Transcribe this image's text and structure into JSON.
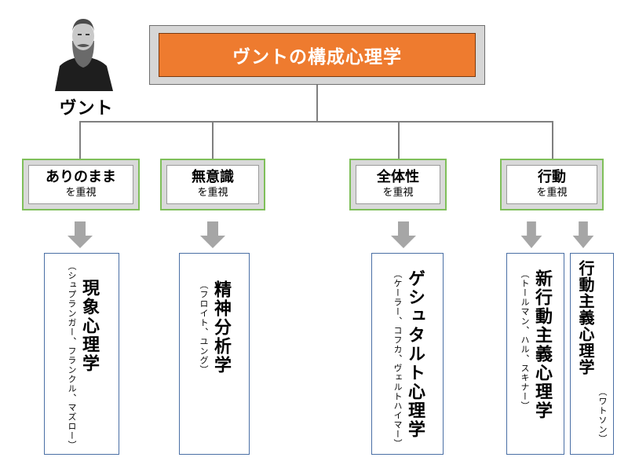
{
  "portrait": {
    "caption": "ヴント",
    "image_description_icon": "person-portrait-icon"
  },
  "title": "ヴントの構成心理学",
  "emphasis": [
    {
      "main": "ありのまま",
      "sub": "を重視"
    },
    {
      "main": "無意識",
      "sub": "を重視"
    },
    {
      "main": "全体性",
      "sub": "を重視"
    },
    {
      "main": "行動",
      "sub": "を重視"
    }
  ],
  "results": [
    {
      "main": "現象心理学",
      "sub": "（シュプランガー、フランクル、マズロー）"
    },
    {
      "main": "精神分析学",
      "sub": "（フロイト、ユング）"
    },
    {
      "main": "ゲシュタルト心理学",
      "sub": "（ケーラー、コフカ、ヴェルトハイマー）"
    },
    {
      "main": "新行動主義心理学",
      "sub": "（トールマン、ハル、スキナー）"
    },
    {
      "main": "行動主義心理学",
      "sub": "（ワトソン）"
    }
  ],
  "colors": {
    "title_fill": "#ee7b2f",
    "emphasis_border": "#7fbf5a",
    "result_border": "#4a6fa5",
    "arrow": "#a6a6a6",
    "connector": "#7f7f7f"
  }
}
